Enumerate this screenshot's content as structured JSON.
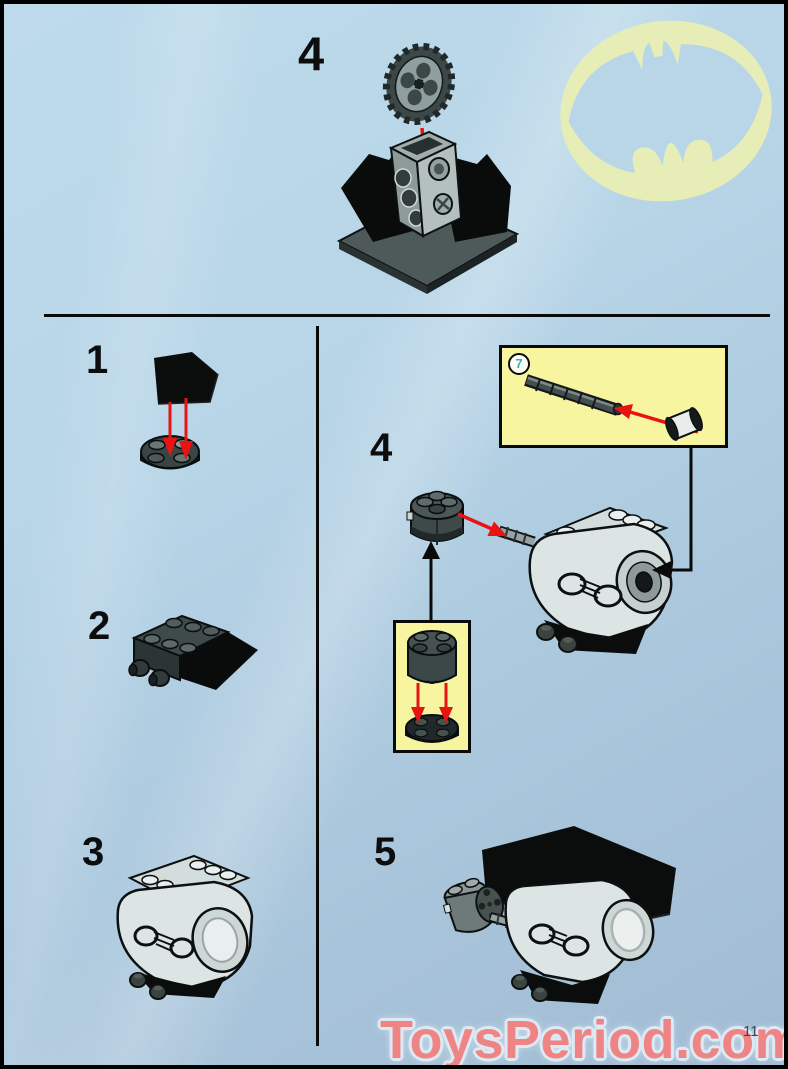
{
  "document": {
    "kind": "lego-building-instructions-page",
    "watermark_text": "ToysPeriod.com",
    "page_number": "11"
  },
  "top_section": {
    "step_label": "4",
    "parts": [
      "technic-gear-24-tooth",
      "black-wing-gearbox-assembly"
    ]
  },
  "left_column": {
    "steps": [
      {
        "label": "1",
        "parts": [
          "black-wedge-brick",
          "dark-gray-round-plate-2x2"
        ]
      },
      {
        "label": "2",
        "parts": [
          "wedge-plate-assembly-with-pins"
        ]
      },
      {
        "label": "3",
        "parts": [
          "light-gray-engine-cylinder-assembly"
        ]
      }
    ]
  },
  "right_column": {
    "step4": {
      "label": "4",
      "parts": [
        "dark-gray-round-brick-2x2",
        "engine-cylinder-with-axle"
      ],
      "callout_axle": {
        "badge": "7",
        "parts": [
          "technic-axle-7",
          "technic-bush"
        ]
      },
      "callout_round": {
        "parts": [
          "dark-gray-round-brick-2x2",
          "dark-gray-round-plate-2x2"
        ]
      }
    },
    "step5": {
      "label": "5",
      "parts": [
        "engine-assembly-with-black-wedge-and-drum"
      ]
    }
  },
  "decorations": {
    "bat_signal": "yellow-bat-signal-watermark"
  },
  "colors": {
    "page_background_top": "#bedbeb",
    "page_background_bottom": "#a1bbd3",
    "page_border": "#000000",
    "divider": "#0a0a0a",
    "callout_background": "#f8f5a1",
    "callout_border": "#0a0a0a",
    "arrow_red": "#e81414",
    "arrow_black": "#0a0a0a",
    "bat_signal_yellow": "#e7edb6",
    "badge_number_cyan": "#2fb4c9",
    "watermark_fill": "#ee8484",
    "watermark_outline": "#dde9f4",
    "part_light_gray": "#dde5e4",
    "part_dark_gray": "#46524f",
    "part_black": "#0b0d0d"
  }
}
